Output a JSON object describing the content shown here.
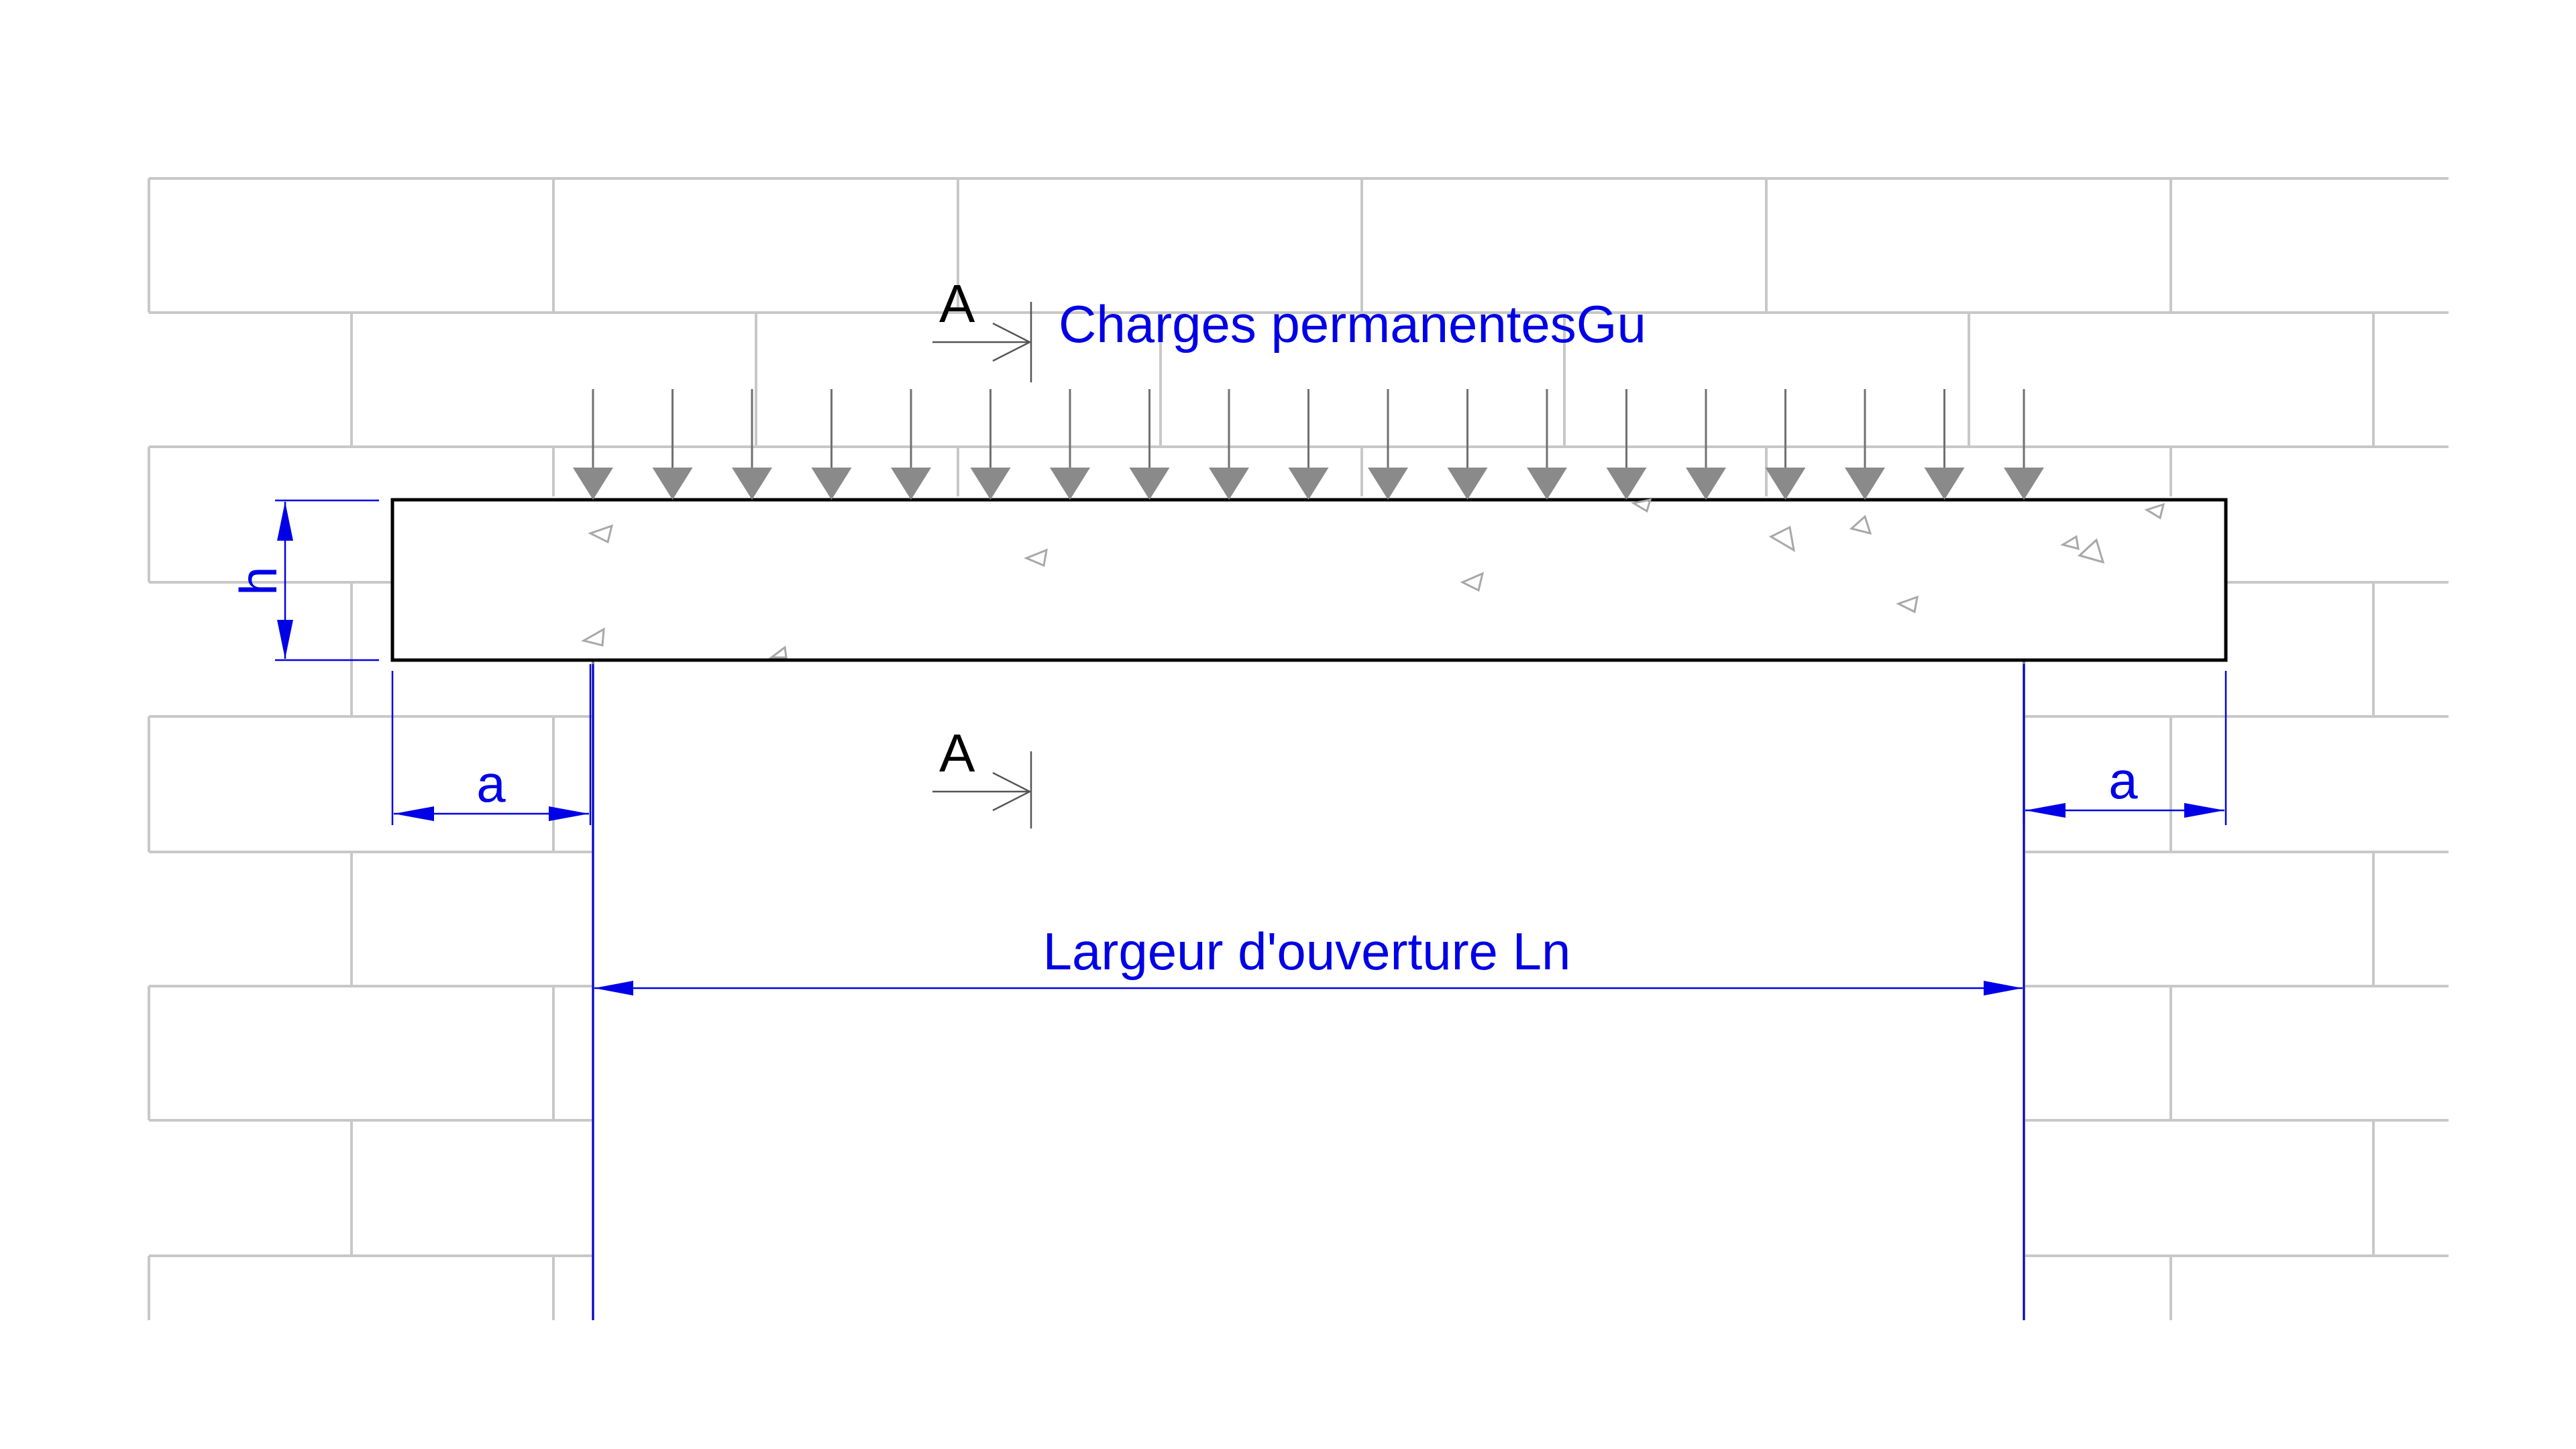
{
  "labels": {
    "load": "Charges permanentesGu",
    "section_top": "A",
    "section_bottom": "A",
    "height": "h",
    "bearing_left": "a",
    "bearing_right": "a",
    "opening_width": "Largeur d'ouverture Ln"
  },
  "colors": {
    "dimension": "#0000e6",
    "masonry_lines": "#c8c8c8",
    "lintel_outline": "#000000",
    "load_arrows": "#8a8a8a"
  },
  "load_arrow_count": 19
}
